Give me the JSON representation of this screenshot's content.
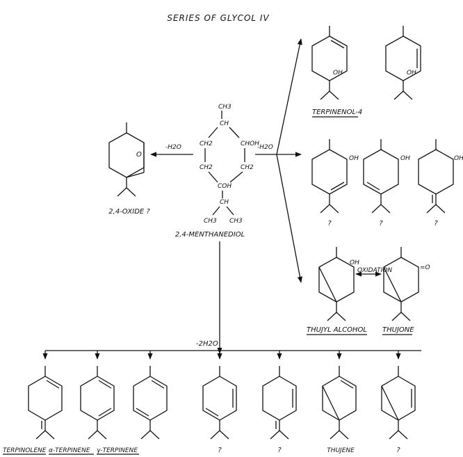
{
  "title": "SERIES OF GLYCOL IV",
  "center": {
    "name": "2,4-MENTHANEDIOL",
    "formula": [
      "CH3",
      "CH",
      "CH2",
      "CHOH",
      "CH2",
      "CH2",
      "COH",
      "CH",
      "CH3",
      "CH3"
    ]
  },
  "left_product": {
    "label": "2,4-OXIDE ?",
    "ring_atom": "O",
    "reagent": "-H2O"
  },
  "right_reagent": "-H2O",
  "bottom_reagent": "-2H2O",
  "oxidation_label": "OXIDATION",
  "group_labels": {
    "oh": "OH",
    "ketone": "=O"
  },
  "right_top": {
    "label": "TERPINENOL-4"
  },
  "right_mid": {
    "labels": [
      "?",
      "?",
      "?"
    ]
  },
  "right_bottom": {
    "labels": [
      "THUJYL ALCOHOL",
      "THUJONE"
    ]
  },
  "bottom_row": [
    "TERPINOLENE",
    "α-TERPINENE",
    "γ-TERPINENE",
    "?",
    "?",
    "THUJENE",
    "?"
  ]
}
